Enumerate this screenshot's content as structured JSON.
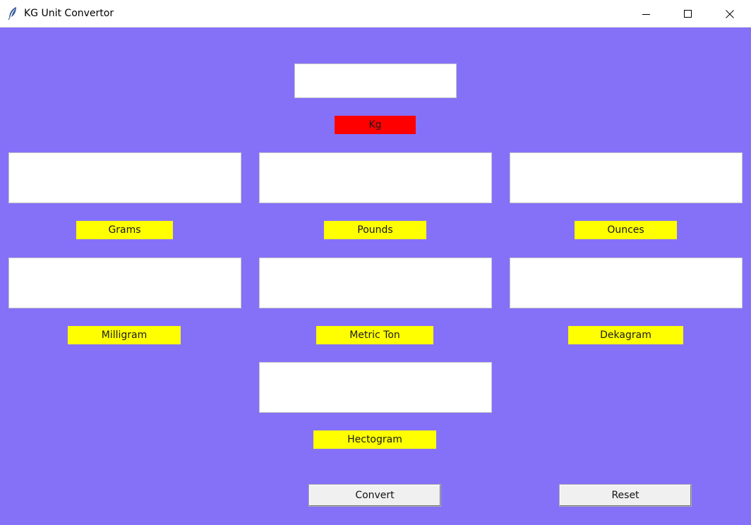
{
  "window": {
    "title": "KG Unit Convertor"
  },
  "colors": {
    "background": "#8571f8",
    "unit_label": "#ffff00",
    "kg_label": "#ff0000",
    "entry": "#ffffff"
  },
  "icons": {
    "app": "feather-icon",
    "minimize": "minimize-icon",
    "maximize": "maximize-icon",
    "close": "close-icon"
  },
  "kg": {
    "label": "Kg",
    "value": ""
  },
  "units": {
    "grams": {
      "label": "Grams",
      "value": ""
    },
    "pounds": {
      "label": "Pounds",
      "value": ""
    },
    "ounces": {
      "label": "Ounces",
      "value": ""
    },
    "milligram": {
      "label": "Milligram",
      "value": ""
    },
    "metric_ton": {
      "label": "Metric Ton",
      "value": ""
    },
    "dekagram": {
      "label": "Dekagram",
      "value": ""
    },
    "hectogram": {
      "label": "Hectogram",
      "value": ""
    }
  },
  "buttons": {
    "convert": "Convert",
    "reset": "Reset"
  }
}
